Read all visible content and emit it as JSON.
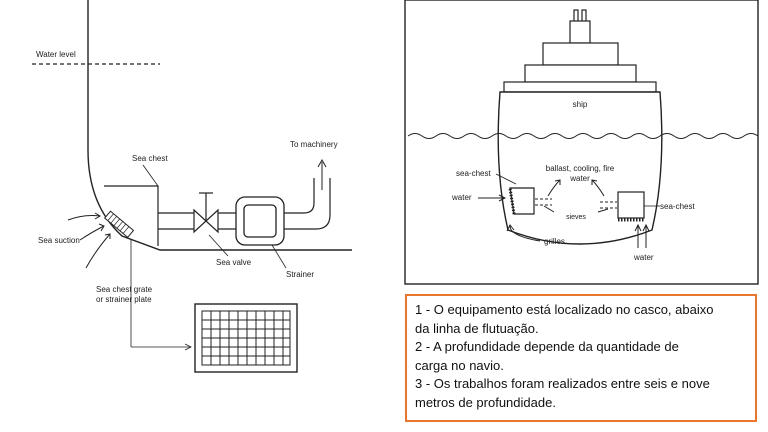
{
  "left_diagram": {
    "labels": {
      "water_level": "Water level",
      "sea_chest": "Sea chest",
      "to_machinery": "To machinery",
      "sea_suction": "Sea suction",
      "sea_valve": "Sea valve",
      "strainer": "Strainer",
      "grate_line1": "Sea chest grate",
      "grate_line2": "or strainer plate"
    }
  },
  "right_diagram": {
    "labels": {
      "ship": "ship",
      "sea_chest_left": "sea-chest",
      "ballast_line1": "ballast, cooling, fire",
      "ballast_line2": "water",
      "water_left": "water",
      "sieves": "sieves",
      "sea_chest_right": "sea-chest",
      "grilles": "grilles",
      "water_right": "water"
    }
  },
  "info_box": {
    "border_color": "#e8772e",
    "lines": [
      "1 - O equipamento está localizado no casco, abaixo",
      "da linha de flutuação.",
      "2 - A profundidade depende da quantidade de",
      "carga no navio.",
      "3 - Os trabalhos foram realizados entre seis e nove",
      "metros de profundidade."
    ]
  }
}
